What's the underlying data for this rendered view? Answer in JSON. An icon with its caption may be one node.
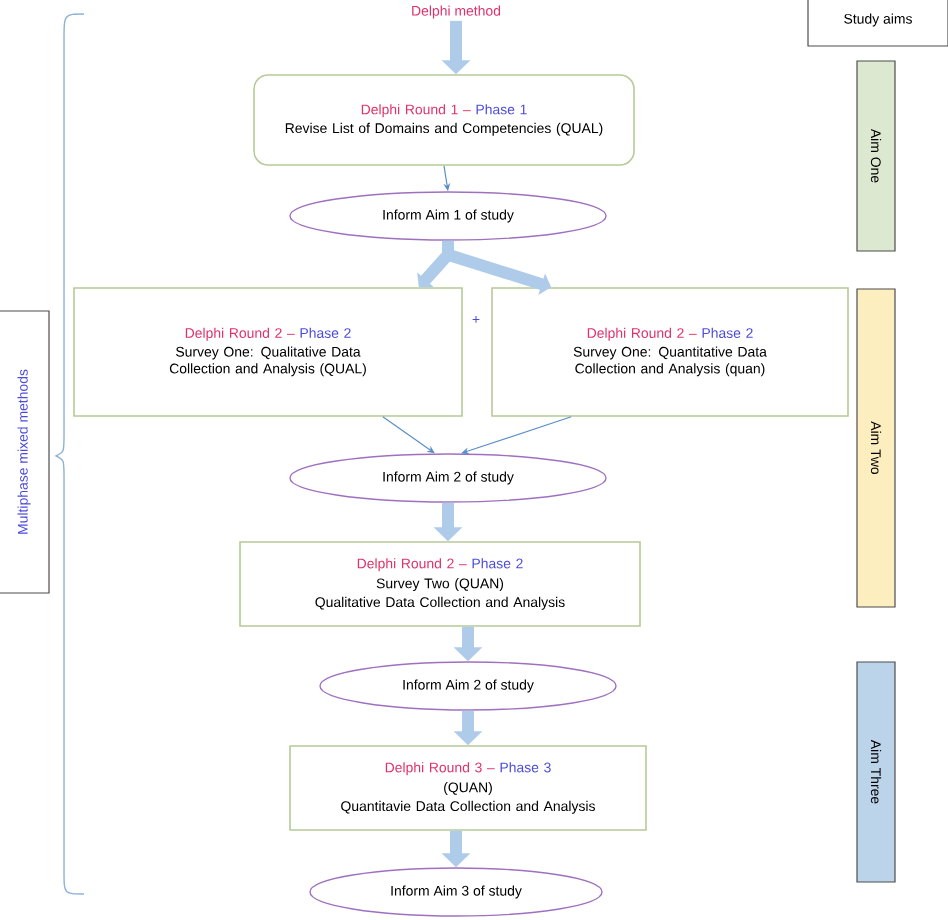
{
  "diagram": {
    "nodes": [
      {
        "text": [
          "Delphi method"
        ]
      },
      {
        "text": [
          "Delphi Round 1 –",
          "Phase 1",
          "Revise List of Domains and Competencies (QUAL)"
        ]
      },
      {
        "text": [
          "Inform Aim 1 of study"
        ]
      },
      {
        "text": [
          "Delphi Round 2 –",
          "Phase 2",
          "Survey One: Qualitative Data Collection and Analysis (QUAL)"
        ]
      },
      {
        "text": [
          "Delphi Round 2 –",
          "Phase 2",
          "Survey One: Quantitative Data Collection and Analysis (quan)"
        ]
      },
      {
        "text": [
          "Inform Aim 2 of study"
        ]
      },
      {
        "text": [
          "Delphi Round 2 –",
          "Phase 2",
          "Survey Two (QUAN)",
          "Qualitative Data Collection and Analysis"
        ]
      },
      {
        "text": [
          "Inform Aim 2 of study"
        ]
      },
      {
        "text": [
          "Delphi Round 3 –",
          "Phase 3",
          "(QUAN)",
          "Quantitavie Data Collection and Analysis"
        ]
      },
      {
        "text": [
          "Inform Aim 3 of study"
        ]
      },
      {
        "text": [
          "Study aims"
        ]
      },
      {
        "text": [
          "Aim One"
        ]
      },
      {
        "text": [
          "Aim Two"
        ]
      },
      {
        "text": [
          "Aim Three"
        ]
      },
      {
        "text": [
          "Multiphase mixed methods"
        ]
      }
    ],
    "edges": [
      {
        "from": 0,
        "to": 1,
        "arrow": "to"
      },
      {
        "from": 1,
        "to": 2,
        "arrow": "to"
      },
      {
        "from": 2,
        "to": 3,
        "arrow": "to"
      },
      {
        "from": 2,
        "to": 4,
        "arrow": "to"
      },
      {
        "from": 3,
        "to": 5,
        "arrow": "to"
      },
      {
        "from": 4,
        "to": 5,
        "arrow": "to"
      },
      {
        "from": 5,
        "to": 6,
        "arrow": "to"
      },
      {
        "from": 6,
        "to": 7,
        "arrow": "to"
      },
      {
        "from": 7,
        "to": 8,
        "arrow": "to"
      },
      {
        "from": 8,
        "to": 9,
        "arrow": "to"
      }
    ],
    "labels": [
      "+"
    ]
  }
}
